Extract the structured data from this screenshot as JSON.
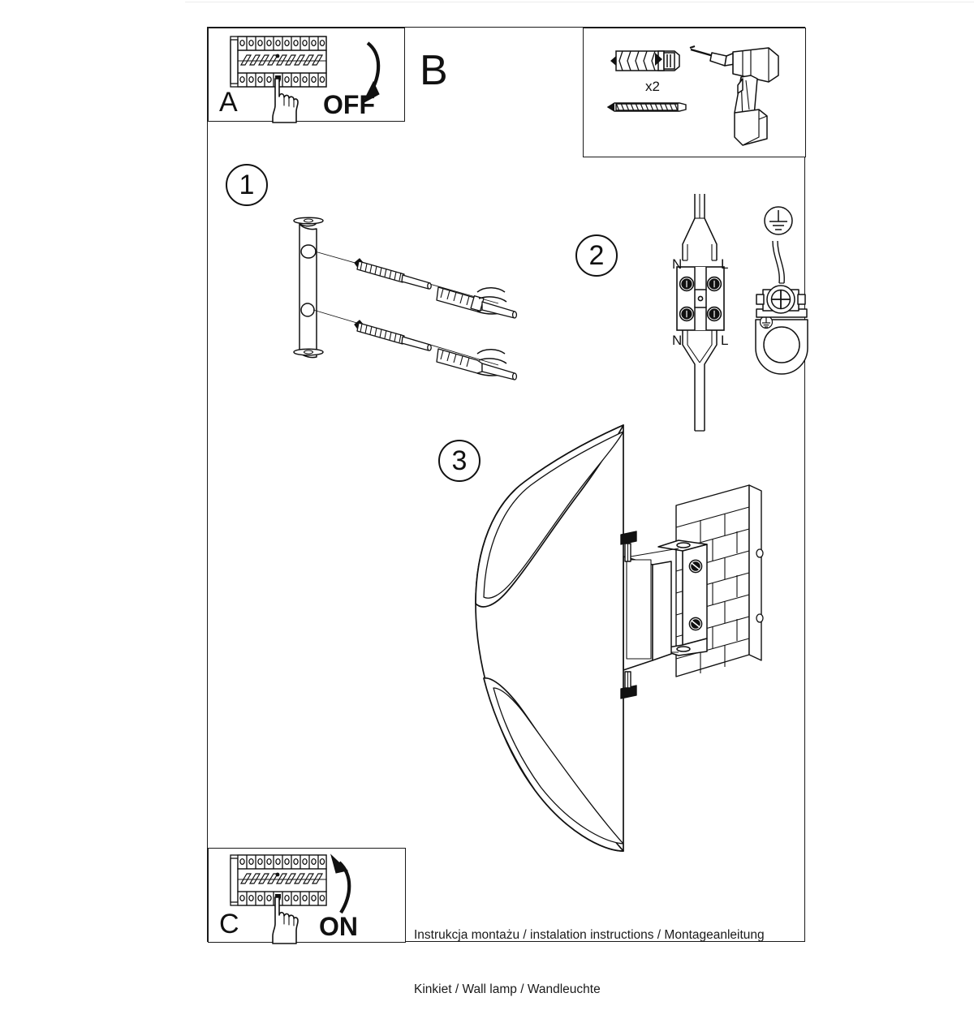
{
  "document": {
    "type": "assembly-instruction-sheet",
    "caption_line_1": "Instrukcja montażu / instalation instructions / Montageanleitung",
    "caption_line_2": "Kinkiet / Wall lamp / Wandleuchte",
    "ink_color": "#111111",
    "paper_color": "#ffffff"
  },
  "panels": {
    "a": {
      "letter": "A",
      "action_label": "OFF",
      "icon": "circuit-breaker-panel-with-hand",
      "arrow": "arrow-down-curved"
    },
    "b": {
      "letter": "B"
    },
    "c": {
      "letter": "C",
      "action_label": "ON",
      "icon": "circuit-breaker-panel-with-hand",
      "arrow": "arrow-up-curved"
    },
    "tools": {
      "quantity_label": "x2",
      "items": [
        "wall-plug-anchor",
        "wood-screw",
        "power-drill"
      ]
    }
  },
  "steps": [
    {
      "number": "1",
      "title": "",
      "icon": "mounting-bracket-with-screws-and-anchors"
    },
    {
      "number": "2",
      "title": "",
      "icon": "terminal-block-wiring",
      "terminal_labels_top": {
        "left": "N",
        "right": "L"
      },
      "terminal_labels_bottom": {
        "left": "N",
        "right": "L"
      },
      "earth_symbol": "earth-ground-symbol",
      "earth_terminal": "earth-screw-terminal"
    },
    {
      "number": "3",
      "title": "",
      "icon": "wall-lamp-mounted-on-brick-wall"
    }
  ]
}
